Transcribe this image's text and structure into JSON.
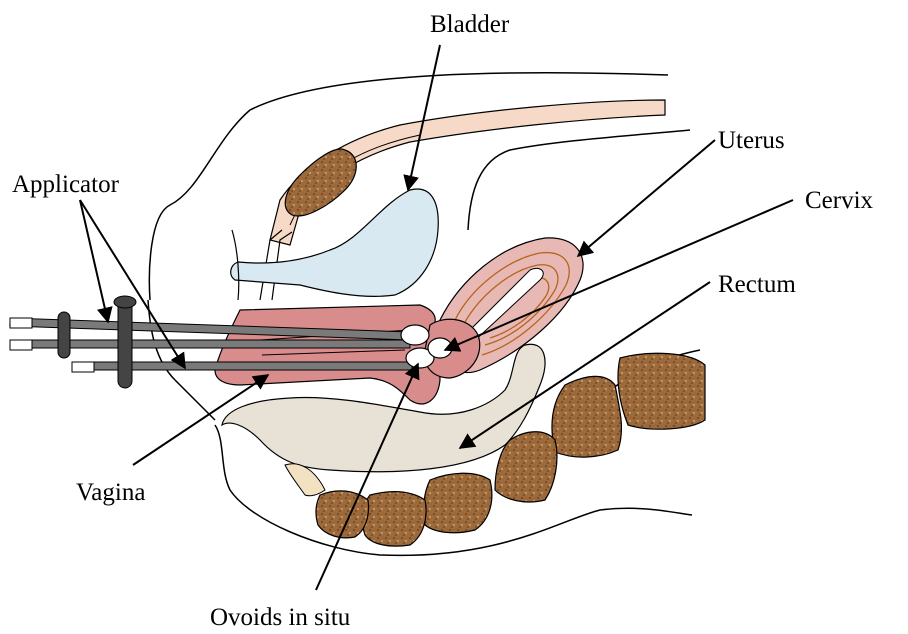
{
  "labels": {
    "bladder": "Bladder",
    "uterus": "Uterus",
    "applicator": "Applicator",
    "cervix": "Cervix",
    "rectum": "Rectum",
    "vagina": "Vagina",
    "ovoids": "Ovoids in situ"
  },
  "colors": {
    "outline": "#000000",
    "bladder": "#d9e9f1",
    "uterus": "#e8b8b4",
    "uterus_lines": "#b5651d",
    "vagina": "#d98c8c",
    "bone": "#8b5a2b",
    "rectum": "#e8e2d6",
    "pubic_band": "#f6d9c7",
    "applicator": "#7a7a7a"
  }
}
